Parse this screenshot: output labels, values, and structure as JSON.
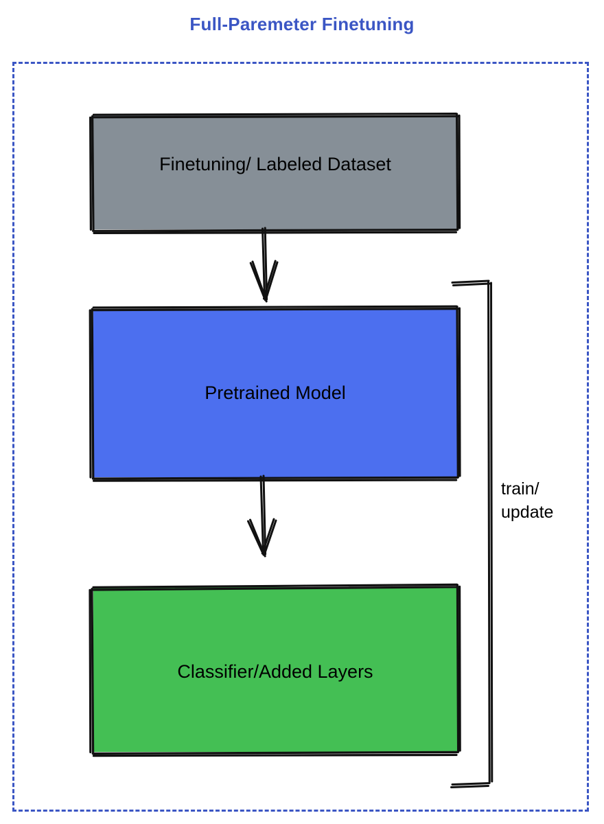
{
  "diagram": {
    "title": "Full-Paremeter Finetuning",
    "title_color": "#3B56C4",
    "container_border_color": "#3B56C4",
    "background": "#ffffff",
    "nodes": [
      {
        "id": "dataset",
        "label": "Finetuning/ Labeled Dataset",
        "fill": "#868F97",
        "stroke": "#000000",
        "shape": "rectangle",
        "style": "hand-drawn"
      },
      {
        "id": "pretrained",
        "label": "Pretrained Model",
        "fill": "#4C6FEF",
        "stroke": "#000000",
        "shape": "rectangle",
        "style": "hand-drawn"
      },
      {
        "id": "classifier",
        "label": "Classifier/Added Layers",
        "fill": "#44BF54",
        "stroke": "#000000",
        "shape": "rectangle",
        "style": "hand-drawn"
      }
    ],
    "edges": [
      {
        "id": "edge-dataset-to-pretrained",
        "from": "dataset",
        "to": "pretrained",
        "label": "",
        "arrow": "down"
      },
      {
        "id": "edge-pretrained-to-classifier",
        "from": "pretrained",
        "to": "classifier",
        "label": "",
        "arrow": "down"
      },
      {
        "id": "edge-feedback-loop",
        "from": "pretrained",
        "to": "classifier",
        "label_line1": "train/",
        "label_line2": "update",
        "arrow": "none",
        "shape": "bracket"
      }
    ],
    "loop_label": {
      "line1": "train/",
      "line2": "update"
    }
  }
}
